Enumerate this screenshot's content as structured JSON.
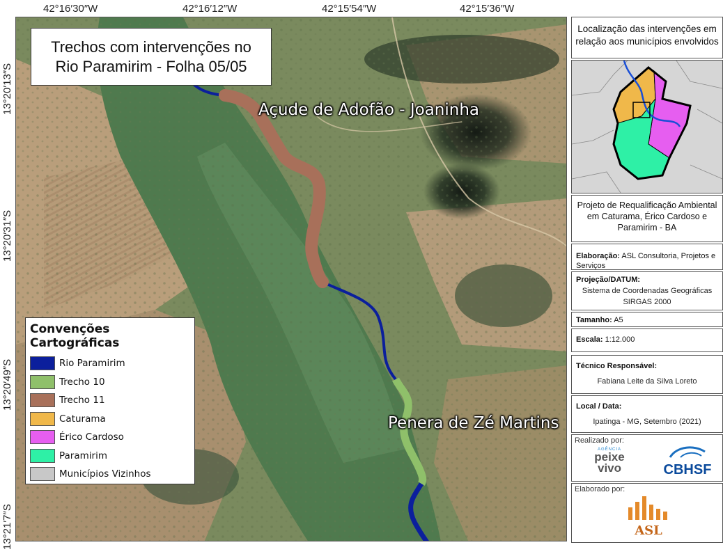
{
  "coords": {
    "top": [
      "42°16′30″W",
      "42°16′12″W",
      "42°15′54″W",
      "42°15′36″W"
    ],
    "left": [
      "13°20′13″S",
      "13°20′31″S",
      "13°20′49″S",
      "13°21′7″S"
    ]
  },
  "title": "Trechos com intervenções no Rio Paramirim - Folha 05/05",
  "labels": {
    "acude": "Açude de Adofão - Joaninha",
    "penera": "Penera de Zé Martins"
  },
  "legend": {
    "title": "Convenções Cartográficas",
    "items": [
      {
        "label": "Rio Paramirim",
        "color": "#0b1f9c"
      },
      {
        "label": "Trecho 10",
        "color": "#8fc06a"
      },
      {
        "label": "Trecho 11",
        "color": "#a8705a"
      },
      {
        "label": "Caturama",
        "color": "#f0b84a"
      },
      {
        "label": "Érico Cardoso",
        "color": "#e65ef0"
      },
      {
        "label": "Paramirim",
        "color": "#2ef0a6"
      },
      {
        "label": "Municípios Vizinhos",
        "color": "#c8c8c8"
      }
    ]
  },
  "panel": {
    "loc_title": "Localização das intervenções em relação aos municípios envolvidos",
    "project": "Projeto de Requalificação Ambiental em Caturama, Érico Cardoso e Paramirim - BA",
    "elaboracao_label": "Elaboração:",
    "elaboracao_value": "ASL Consultoria, Projetos e Serviços",
    "projecao_label": "Projeção/DATUM:",
    "projecao_value_1": "Sistema de Coordenadas Geográficas",
    "projecao_value_2": "SIRGAS 2000",
    "tamanho_label": "Tamanho:",
    "tamanho_value": "A5",
    "escala_label": "Escala:",
    "escala_value": "1:12.000",
    "tecnico_label": "Técnico Responsável:",
    "tecnico_value": "Fabiana Leite da Silva Loreto",
    "local_label": "Local / Data:",
    "local_value": "Ipatinga - MG, Setembro (2021)",
    "realizado_label": "Realizado por:",
    "elaborado_label": "Elaborado por:",
    "logo_peixe": "peixe vivo",
    "logo_agencia": "AGÊNCIA",
    "logo_cbhsf": "CBHSF",
    "logo_asl": "ASL"
  }
}
